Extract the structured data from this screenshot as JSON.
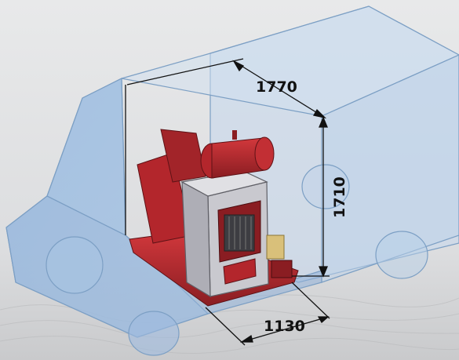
{
  "dimensions": {
    "length": "1770",
    "height": "1710",
    "width": "1130"
  },
  "colors": {
    "background": "#d9dadc",
    "van_glass": "#a9c7e6",
    "van_edge": "#7c9fc4",
    "equipment_red": "#b3262c",
    "equipment_dark_red": "#7d1a1f",
    "equipment_grey": "#c9c9cf",
    "dimension_line": "#111111"
  }
}
